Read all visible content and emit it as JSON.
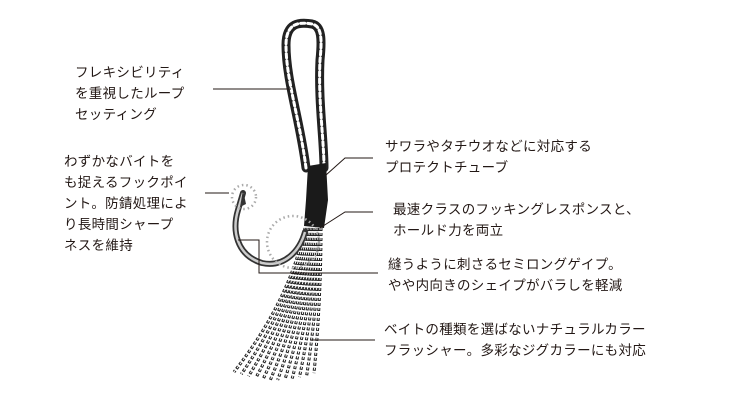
{
  "annotations": {
    "loop": [
      "フレキシビリティ",
      "を重視したループ",
      "セッティング"
    ],
    "hook_point": [
      "わずかなバイトを",
      "も捉えるフックポイ",
      "ント。防錆処理によ",
      "り長時間シャープ",
      "ネスを維持"
    ],
    "tube": [
      "サワラやタチウオなどに対応する",
      "プロテクトチューブ"
    ],
    "response": [
      "最速クラスのフッキングレスポンスと、",
      "ホールド力を両立"
    ],
    "gape": [
      "縫うように刺さるセミロングゲイプ。",
      "やや内向きのシェイプがバラしを軽減"
    ],
    "flasher": [
      "ベイトの種類を選ばないナチュラルカラー",
      "フラッシャー。多彩なジグカラーにも対応"
    ]
  },
  "colors": {
    "text": "#231815",
    "tube": "#1a1a1a",
    "dots": "#aaaaaa",
    "hook": "#555555"
  }
}
